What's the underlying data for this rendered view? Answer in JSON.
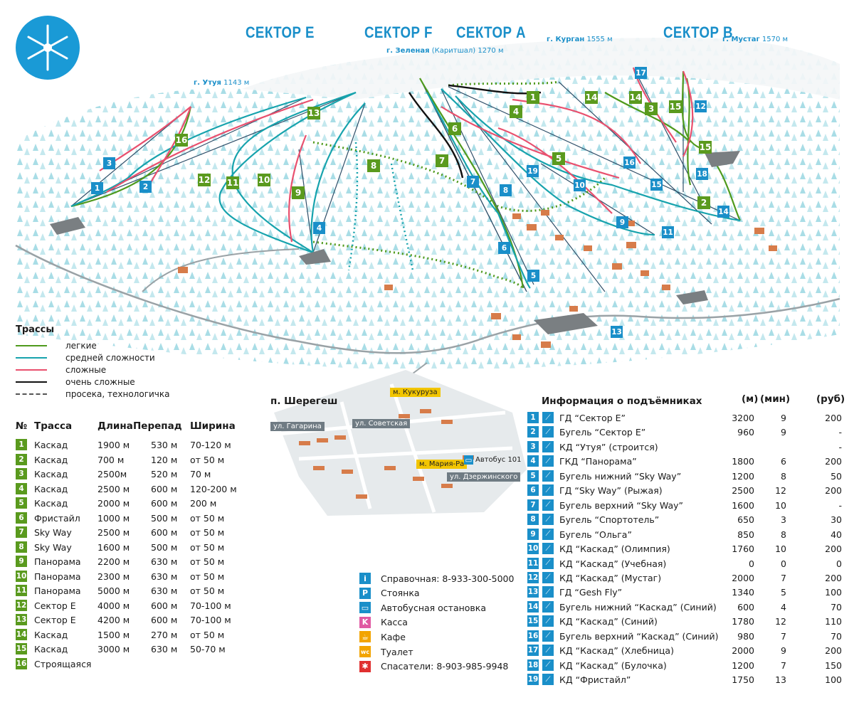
{
  "sectors": [
    "СЕКТОР E",
    "СЕКТОР F",
    "СЕКТОР A",
    "СЕКТОР B"
  ],
  "peaks": [
    {
      "name": "г. Утуя",
      "height": "1143 м"
    },
    {
      "name": "г. Зеленая",
      "alt": "(Каритшал)",
      "height": "1270 м"
    },
    {
      "name": "г. Курган",
      "height": "1555 м"
    },
    {
      "name": "г. Мустаг",
      "height": "1570 м"
    }
  ],
  "trail_labels": [
    "1",
    "2",
    "3",
    "4",
    "5",
    "6",
    "7",
    "8",
    "9",
    "10",
    "11",
    "12",
    "13",
    "14",
    "14",
    "15",
    "15",
    "16"
  ],
  "lift_labels": [
    "1",
    "2",
    "3",
    "4",
    "5",
    "6",
    "7",
    "8",
    "9",
    "10",
    "11",
    "12",
    "13",
    "14",
    "15",
    "16",
    "17",
    "18",
    "19"
  ],
  "legend": {
    "title": "Трассы",
    "items": [
      {
        "label": "легкие",
        "color": "#4f9a1d",
        "dash": false
      },
      {
        "label": "средней сложности",
        "color": "#17a3ad",
        "dash": false
      },
      {
        "label": "сложные",
        "color": "#e9506e",
        "dash": false
      },
      {
        "label": "очень сложные",
        "color": "#111111",
        "dash": false
      },
      {
        "label": "просека, технологичка",
        "color": "#555555",
        "dash": true
      }
    ]
  },
  "trails_table": {
    "headers": [
      "№",
      "Трасса",
      "Длина",
      "Перепад",
      "Ширина"
    ],
    "rows": [
      {
        "n": "1",
        "name": "Каскад",
        "length": "1900 м",
        "drop": "530 м",
        "width": "70-120 м"
      },
      {
        "n": "2",
        "name": "Каскад",
        "length": "700 м",
        "drop": "120 м",
        "width": "от 50 м"
      },
      {
        "n": "3",
        "name": "Каскад",
        "length": "2500м",
        "drop": "520 м",
        "width": "70 м"
      },
      {
        "n": "4",
        "name": "Каскад",
        "length": "2500 м",
        "drop": "600 м",
        "width": "120-200 м"
      },
      {
        "n": "5",
        "name": "Каскад",
        "length": "2000 м",
        "drop": "600 м",
        "width": "200 м"
      },
      {
        "n": "6",
        "name": "Фристайл",
        "length": "1000 м",
        "drop": "500 м",
        "width": "от 50 м"
      },
      {
        "n": "7",
        "name": "Sky Way",
        "length": "2500 м",
        "drop": "600 м",
        "width": "от 50 м"
      },
      {
        "n": "8",
        "name": "Sky Way",
        "length": "1600 м",
        "drop": "500 м",
        "width": "от 50 м"
      },
      {
        "n": "9",
        "name": "Панорама",
        "length": "2200 м",
        "drop": "630 м",
        "width": "от 50 м"
      },
      {
        "n": "10",
        "name": "Панорама",
        "length": "2300 м",
        "drop": "630 м",
        "width": "от 50 м"
      },
      {
        "n": "11",
        "name": "Панорама",
        "length": "5000 м",
        "drop": "630 м",
        "width": "от 50 м"
      },
      {
        "n": "12",
        "name": "Сектор Е",
        "length": "4000 м",
        "drop": "600 м",
        "width": "70-100 м"
      },
      {
        "n": "13",
        "name": "Сектор Е",
        "length": "4200 м",
        "drop": "600 м",
        "width": "70-100 м"
      },
      {
        "n": "14",
        "name": "Каскад",
        "length": "1500 м",
        "drop": "270 м",
        "width": "от 50 м"
      },
      {
        "n": "15",
        "name": "Каскад",
        "length": "3000 м",
        "drop": "630 м",
        "width": "50-70 м"
      },
      {
        "n": "16",
        "name": "Строящаяся",
        "length": "",
        "drop": "",
        "width": ""
      }
    ]
  },
  "village": {
    "title": "п. Шерегеш",
    "streets": [
      "ул. Гагарина",
      "ул. Советская",
      "ул. Дзержинского"
    ],
    "shops": [
      "м. Кукуруза",
      "м. Мария-Ра"
    ],
    "bus": "Автобус 101"
  },
  "info": [
    {
      "icon": "i",
      "color": "#1a8fc9",
      "label": "Справочная: 8-933-300-5000"
    },
    {
      "icon": "P",
      "color": "#1a8fc9",
      "label": "Стоянка"
    },
    {
      "icon": "bus",
      "color": "#1a8fc9",
      "label": "Автобусная остановка"
    },
    {
      "icon": "K",
      "color": "#e05aa3",
      "label": "Касса"
    },
    {
      "icon": "cup",
      "color": "#f2a400",
      "label": "Кафе"
    },
    {
      "icon": "wc",
      "color": "#f2a400",
      "label": "Туалет"
    },
    {
      "icon": "star",
      "color": "#e03030",
      "label": "Спасатели: 8-903-985-9948"
    }
  ],
  "lifts_table": {
    "title": "Информация о подъёмниках",
    "col_m": "(м)",
    "col_min": "(мин)",
    "col_rub": "(руб)",
    "rows": [
      {
        "n": "1",
        "name": "ГД “Сектор Е”",
        "m": "3200",
        "min": "9",
        "rub": "200"
      },
      {
        "n": "2",
        "name": "Бугель “Сектор Е”",
        "m": "960",
        "min": "9",
        "rub": "-"
      },
      {
        "n": "3",
        "name": "КД “Утуя” (строится)",
        "m": "",
        "min": "",
        "rub": "-"
      },
      {
        "n": "4",
        "name": "ГКД “Панорама”",
        "m": "1800",
        "min": "6",
        "rub": "200"
      },
      {
        "n": "5",
        "name": "Бугель нижний “Sky Way”",
        "m": "1200",
        "min": "8",
        "rub": "50"
      },
      {
        "n": "6",
        "name": "ГД “Sky Way” (Рыжая)",
        "m": "2500",
        "min": "12",
        "rub": "200"
      },
      {
        "n": "7",
        "name": "Бугель верхний “Sky Way”",
        "m": "1600",
        "min": "10",
        "rub": "-"
      },
      {
        "n": "8",
        "name": "Бугель “Спортотель”",
        "m": "650",
        "min": "3",
        "rub": "30"
      },
      {
        "n": "9",
        "name": "Бугель “Ольга”",
        "m": "850",
        "min": "8",
        "rub": "40"
      },
      {
        "n": "10",
        "name": "КД “Каскад” (Олимпия)",
        "m": "1760",
        "min": "10",
        "rub": "200"
      },
      {
        "n": "11",
        "name": "КД “Каскад” (Учебная)",
        "m": "0",
        "min": "0",
        "rub": "0"
      },
      {
        "n": "12",
        "name": "КД “Каскад” (Мустаг)",
        "m": "2000",
        "min": "7",
        "rub": "200"
      },
      {
        "n": "13",
        "name": "ГД “Gesh Fly”",
        "m": "1340",
        "min": "5",
        "rub": "100"
      },
      {
        "n": "14",
        "name": "Бугель нижний “Каскад” (Синий)",
        "m": "600",
        "min": "4",
        "rub": "70"
      },
      {
        "n": "15",
        "name": "КД “Каскад” (Синий)",
        "m": "1780",
        "min": "12",
        "rub": "110"
      },
      {
        "n": "16",
        "name": "Бугель верхний “Каскад” (Синий)",
        "m": "980",
        "min": "7",
        "rub": "70"
      },
      {
        "n": "17",
        "name": "КД “Каскад” (Хлебница)",
        "m": "2000",
        "min": "9",
        "rub": "200"
      },
      {
        "n": "18",
        "name": "КД “Каскад” (Булочка)",
        "m": "1200",
        "min": "7",
        "rub": "150"
      },
      {
        "n": "19",
        "name": "КД “Фристайл”",
        "m": "1750",
        "min": "13",
        "rub": "100"
      }
    ]
  }
}
